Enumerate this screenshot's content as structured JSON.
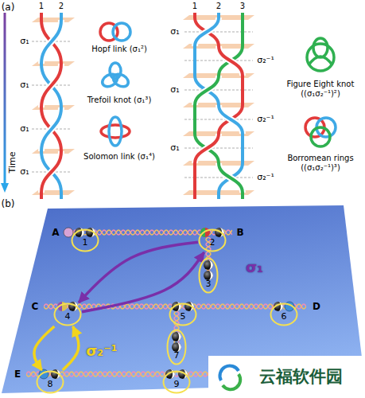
{
  "diagram": {
    "nodes": [
      {
        "text": [
          "1"
        ]
      },
      {
        "text": [
          "2"
        ]
      },
      {
        "text": [
          "3"
        ]
      },
      {
        "text": [
          "4"
        ]
      },
      {
        "text": [
          "5"
        ]
      },
      {
        "text": [
          "6"
        ]
      },
      {
        "text": [
          "7"
        ]
      },
      {
        "text": [
          "8"
        ]
      },
      {
        "text": [
          "9"
        ]
      }
    ],
    "edges": [
      {
        "from": 1,
        "to": 3,
        "arrow": "to",
        "label": "σ₁"
      },
      {
        "from": 3,
        "to": 1,
        "arrow": "to"
      },
      {
        "from": 3,
        "to": 7,
        "arrow": "to",
        "label": "σ₂⁻¹"
      },
      {
        "from": 7,
        "to": 3,
        "arrow": "to"
      }
    ],
    "labels": [
      "(a)",
      "Time",
      "1",
      "2",
      "σ₁",
      "σ₁",
      "σ₁",
      "σ₁",
      "Hopf link (σ₁²)",
      "Trefoil knot (σ₁³)",
      "Solomon link (σ₁⁴)",
      "1",
      "2",
      "3",
      "σ₁",
      "σ₂⁻¹",
      "σ₁",
      "σ₂⁻¹",
      "σ₁",
      "σ₂⁻¹",
      "Figure Eight knot ((σ₁σ₂⁻¹)²)",
      "Borromean rings ((σ₁σ₂⁻¹)³)",
      "(b)",
      "A",
      "B",
      "C",
      "D",
      "E",
      "云福软件园"
    ]
  }
}
